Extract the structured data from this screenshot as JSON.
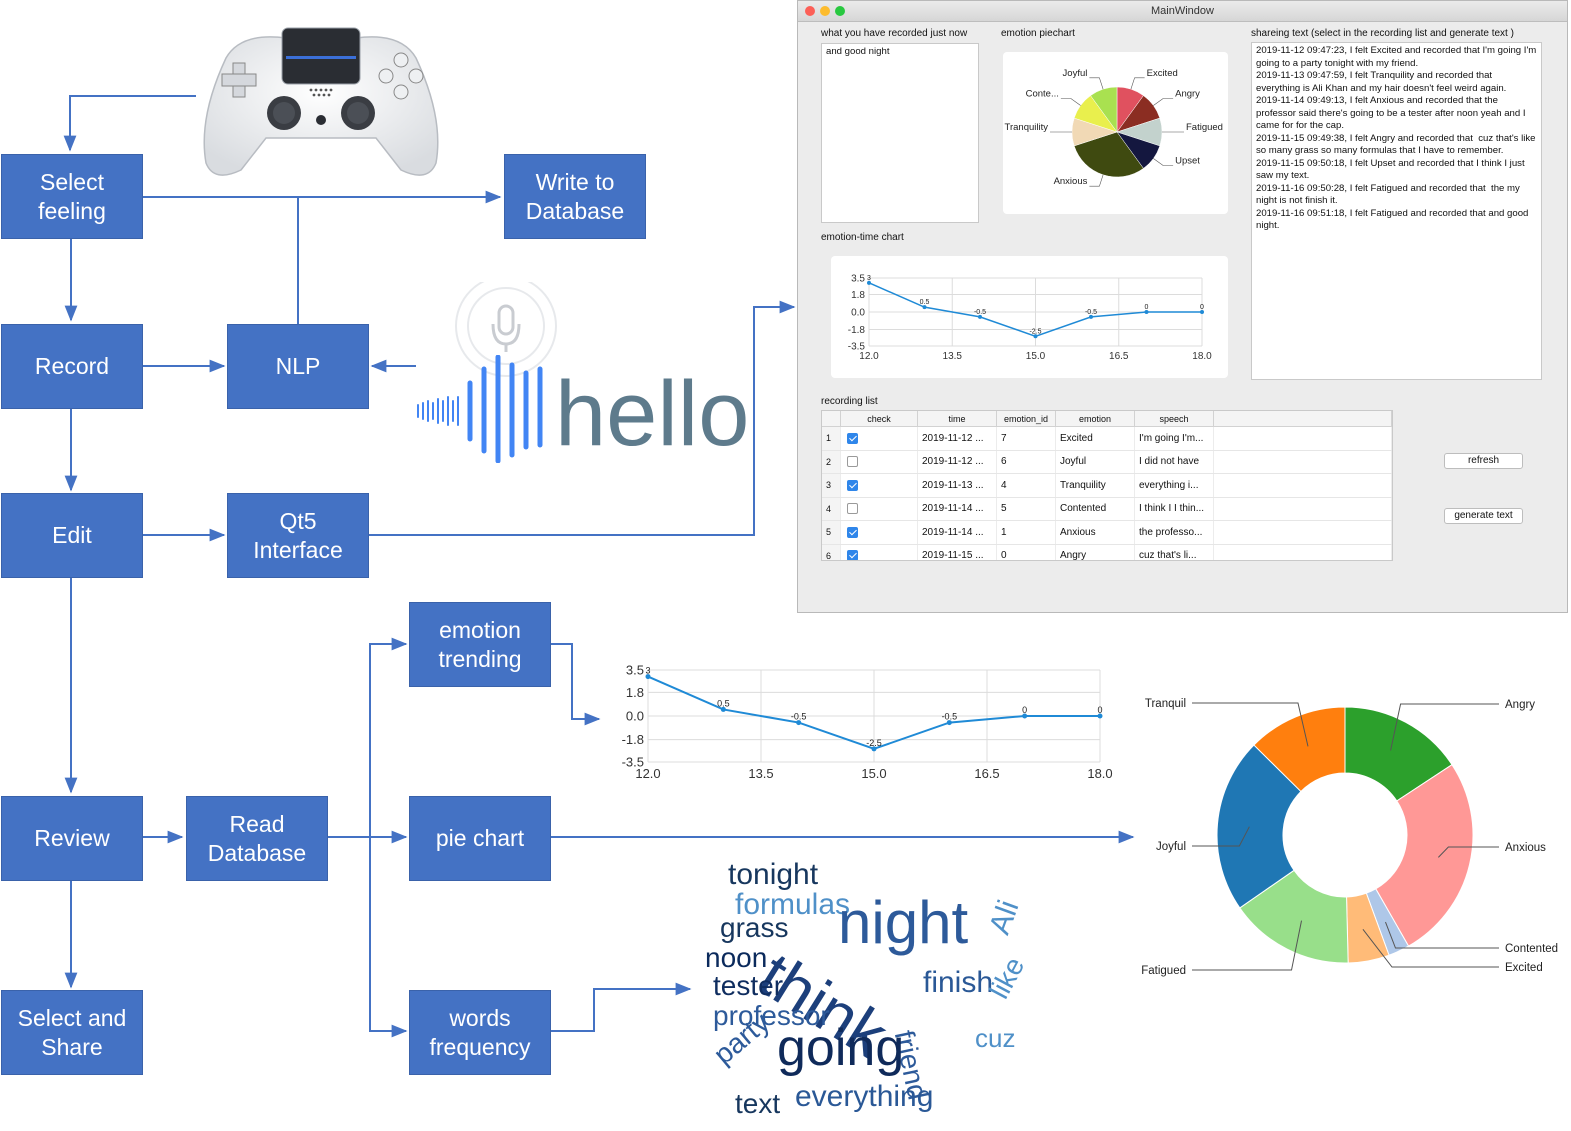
{
  "flow": {
    "select_feeling": "Select\nfeeling",
    "write_db": "Write to\nDatabase",
    "record": "Record",
    "nlp": "NLP",
    "edit": "Edit",
    "qt5": "Qt5\nInterface",
    "review": "Review",
    "read_db": "Read\nDatabase",
    "select_share": "Select and\nShare",
    "emotion_trending": "emotion\ntrending",
    "pie_chart": "pie chart",
    "words_frequency": "words\nfrequency"
  },
  "colors": {
    "box_fill": "#4472c4",
    "arrow": "#4472c4",
    "line_series": "#1f8ad6"
  },
  "icons": [
    "gamepad-icon",
    "microphone-icon",
    "voice-wave-icon"
  ],
  "hello_text": "hello",
  "window": {
    "title": "MainWindow",
    "recorded_label": "what you have recorded just now",
    "recorded_text": "and good night",
    "piechart_label": "emotion piechart",
    "timechart_label": "emotion-time chart",
    "sharing_label": "shareing text (select in the recording list and generate text )",
    "sharing_text": "2019-11-12 09:47:23, I felt Excited and recorded that I'm going I'm going to a party tonight with my friend.\n2019-11-13 09:47:59, I felt Tranquility and recorded that everything is Ali Khan and my hair doesn't feel weird again.\n2019-11-14 09:49:13, I felt Anxious and recorded that the professor said there's going to be a tester after noon yeah and I came for for the cap.\n2019-11-15 09:49:38, I felt Angry and recorded that  cuz that's like so many grass so many formulas that I have to remember.\n2019-11-15 09:50:18, I felt Upset and recorded that I think I just saw my text.\n2019-11-16 09:50:28, I felt Fatigued and recorded that  the my night is not finish it.\n2019-11-16 09:51:18, I felt Fatigued and recorded that and good night.",
    "recording_label": "recording list",
    "refresh_label": "refresh",
    "generate_label": "generate text",
    "table": {
      "headers": [
        "check",
        "time",
        "emotion_id",
        "emotion",
        "speech"
      ],
      "rows": [
        {
          "n": "1",
          "checked": true,
          "time": "2019-11-12 ...",
          "id": "7",
          "emotion": "Excited",
          "speech": "I'm going I'm..."
        },
        {
          "n": "2",
          "checked": false,
          "time": "2019-11-12 ...",
          "id": "6",
          "emotion": "Joyful",
          "speech": " I did not have"
        },
        {
          "n": "3",
          "checked": true,
          "time": "2019-11-13 ...",
          "id": "4",
          "emotion": "Tranquility",
          "speech": " everything i..."
        },
        {
          "n": "4",
          "checked": false,
          "time": "2019-11-14 ...",
          "id": "5",
          "emotion": "Contented",
          "speech": "I think I I thin..."
        },
        {
          "n": "5",
          "checked": true,
          "time": "2019-11-14 ...",
          "id": "1",
          "emotion": "Anxious",
          "speech": "the professo..."
        },
        {
          "n": "6",
          "checked": true,
          "time": "2019-11-15 ...",
          "id": "0",
          "emotion": "Angry",
          "speech": " cuz that's li..."
        }
      ]
    }
  },
  "chart_data": [
    {
      "type": "pie",
      "categories": [
        "Excited",
        "Angry",
        "Fatigued",
        "Upset",
        "Anxious",
        "Tranquility",
        "Conte...",
        "Joyful"
      ],
      "values": [
        1,
        1,
        1,
        1,
        3,
        1,
        1,
        1
      ],
      "colors": [
        "#e0515f",
        "#8b2d22",
        "#c3d2cd",
        "#14173f",
        "#3f4a10",
        "#f1d9b5",
        "#e9ef4d",
        "#a9e150"
      ]
    },
    {
      "type": "line",
      "x": [
        12.0,
        13.0,
        14.0,
        15.0,
        16.0,
        17.0,
        18.0
      ],
      "y": [
        3,
        0.5,
        -0.5,
        -2.5,
        -0.5,
        0,
        0
      ],
      "data_labels": [
        "3",
        "0.5",
        "-0.5",
        "-2.5",
        "-0.5",
        "0",
        "0"
      ],
      "xticks": [
        "12.0",
        "13.5",
        "15.0",
        "16.5",
        "18.0"
      ],
      "yticks": [
        "3.5",
        "1.8",
        "0.0",
        "-1.8",
        "-3.5"
      ],
      "xlim": [
        12,
        18
      ],
      "ylim": [
        -3.5,
        3.5
      ],
      "grid": true
    },
    {
      "type": "line",
      "x": [
        12.0,
        13.0,
        14.0,
        15.0,
        16.0,
        17.0,
        18.0
      ],
      "y": [
        3,
        0.5,
        -0.5,
        -2.5,
        -0.5,
        0,
        0
      ],
      "data_labels": [
        "3",
        "0.5",
        "-0.5",
        "-2.5",
        "-0.5",
        "0",
        "0"
      ],
      "xticks": [
        "12.0",
        "13.5",
        "15.0",
        "16.5",
        "18.0"
      ],
      "yticks": [
        "3.5",
        "1.8",
        "0.0",
        "-1.8",
        "-3.5"
      ],
      "xlim": [
        12,
        18
      ],
      "ylim": [
        -3.5,
        3.5
      ],
      "grid": true
    },
    {
      "type": "pie",
      "donut": true,
      "categories": [
        "Angry",
        "Anxious",
        "Contented",
        "Excited",
        "Fatigued",
        "Joyful",
        "Tranquil"
      ],
      "values": [
        1,
        1.65,
        0.17,
        0.33,
        1,
        1.4,
        0.8
      ],
      "colors": [
        "#2ca02c",
        "#ff9896",
        "#aec7e8",
        "#ffbb78",
        "#98df8a",
        "#1f77b4",
        "#ff7f0e"
      ]
    }
  ],
  "word_cloud": {
    "words": [
      "tonight",
      "formulas",
      "grass",
      "night",
      "noon",
      "think",
      "tester",
      "finish",
      "Ali",
      "professor",
      "like",
      "friend",
      "cuz",
      "party",
      "going",
      "everything",
      "text"
    ]
  }
}
